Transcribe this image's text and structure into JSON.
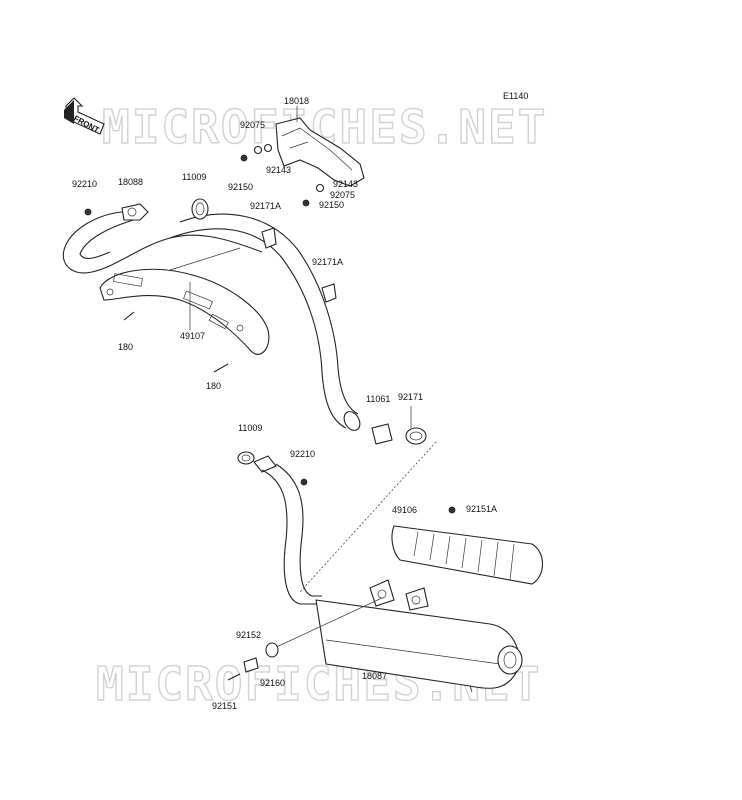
{
  "watermark": "MICROFICHES.NET",
  "diagram_code": "E1140",
  "front_label": "FRONT",
  "parts": {
    "p18018": "18018",
    "p92075_a": "92075",
    "p92143_a": "92143",
    "p92150_a": "92150",
    "p92143_b": "92143",
    "p92075_b": "92075",
    "p92150_b": "92150",
    "p92210_a": "92210",
    "p18088": "18088",
    "p11009_a": "11009",
    "p92171A_a": "92171A",
    "p92171A_b": "92171A",
    "p180_a": "180",
    "p49107": "49107",
    "p180_b": "180",
    "p11061": "11061",
    "p92171": "92171",
    "p11009_b": "11009",
    "p92210_b": "92210",
    "p49106": "49106",
    "p92151A": "92151A",
    "p92152": "92152",
    "p92160": "92160",
    "p18087": "18087",
    "p92151": "92151"
  }
}
